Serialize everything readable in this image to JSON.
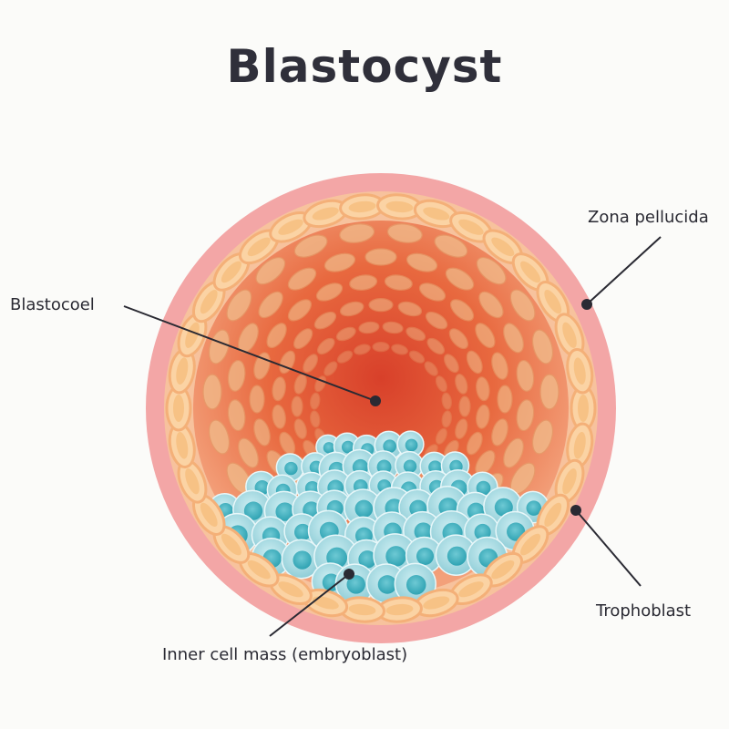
{
  "title": "Blastocyst",
  "labels": {
    "zona_pellucida": "Zona pellucida",
    "blastocoel": "Blastocoel",
    "trophoblast": "Trophoblast",
    "inner_cell_mass": "Inner cell mass (embryoblast)"
  },
  "colors": {
    "zona": "#f4a8a8",
    "cavity_dark": "#d9442e",
    "cavity_light": "#f19a78",
    "troph_cell_fill": "#fbd3a4",
    "troph_cell_stroke": "#f4b078",
    "icm_cell": "#9fd6de",
    "icm_nucleus": "#4bb6c4",
    "leader": "#2a2a33"
  }
}
